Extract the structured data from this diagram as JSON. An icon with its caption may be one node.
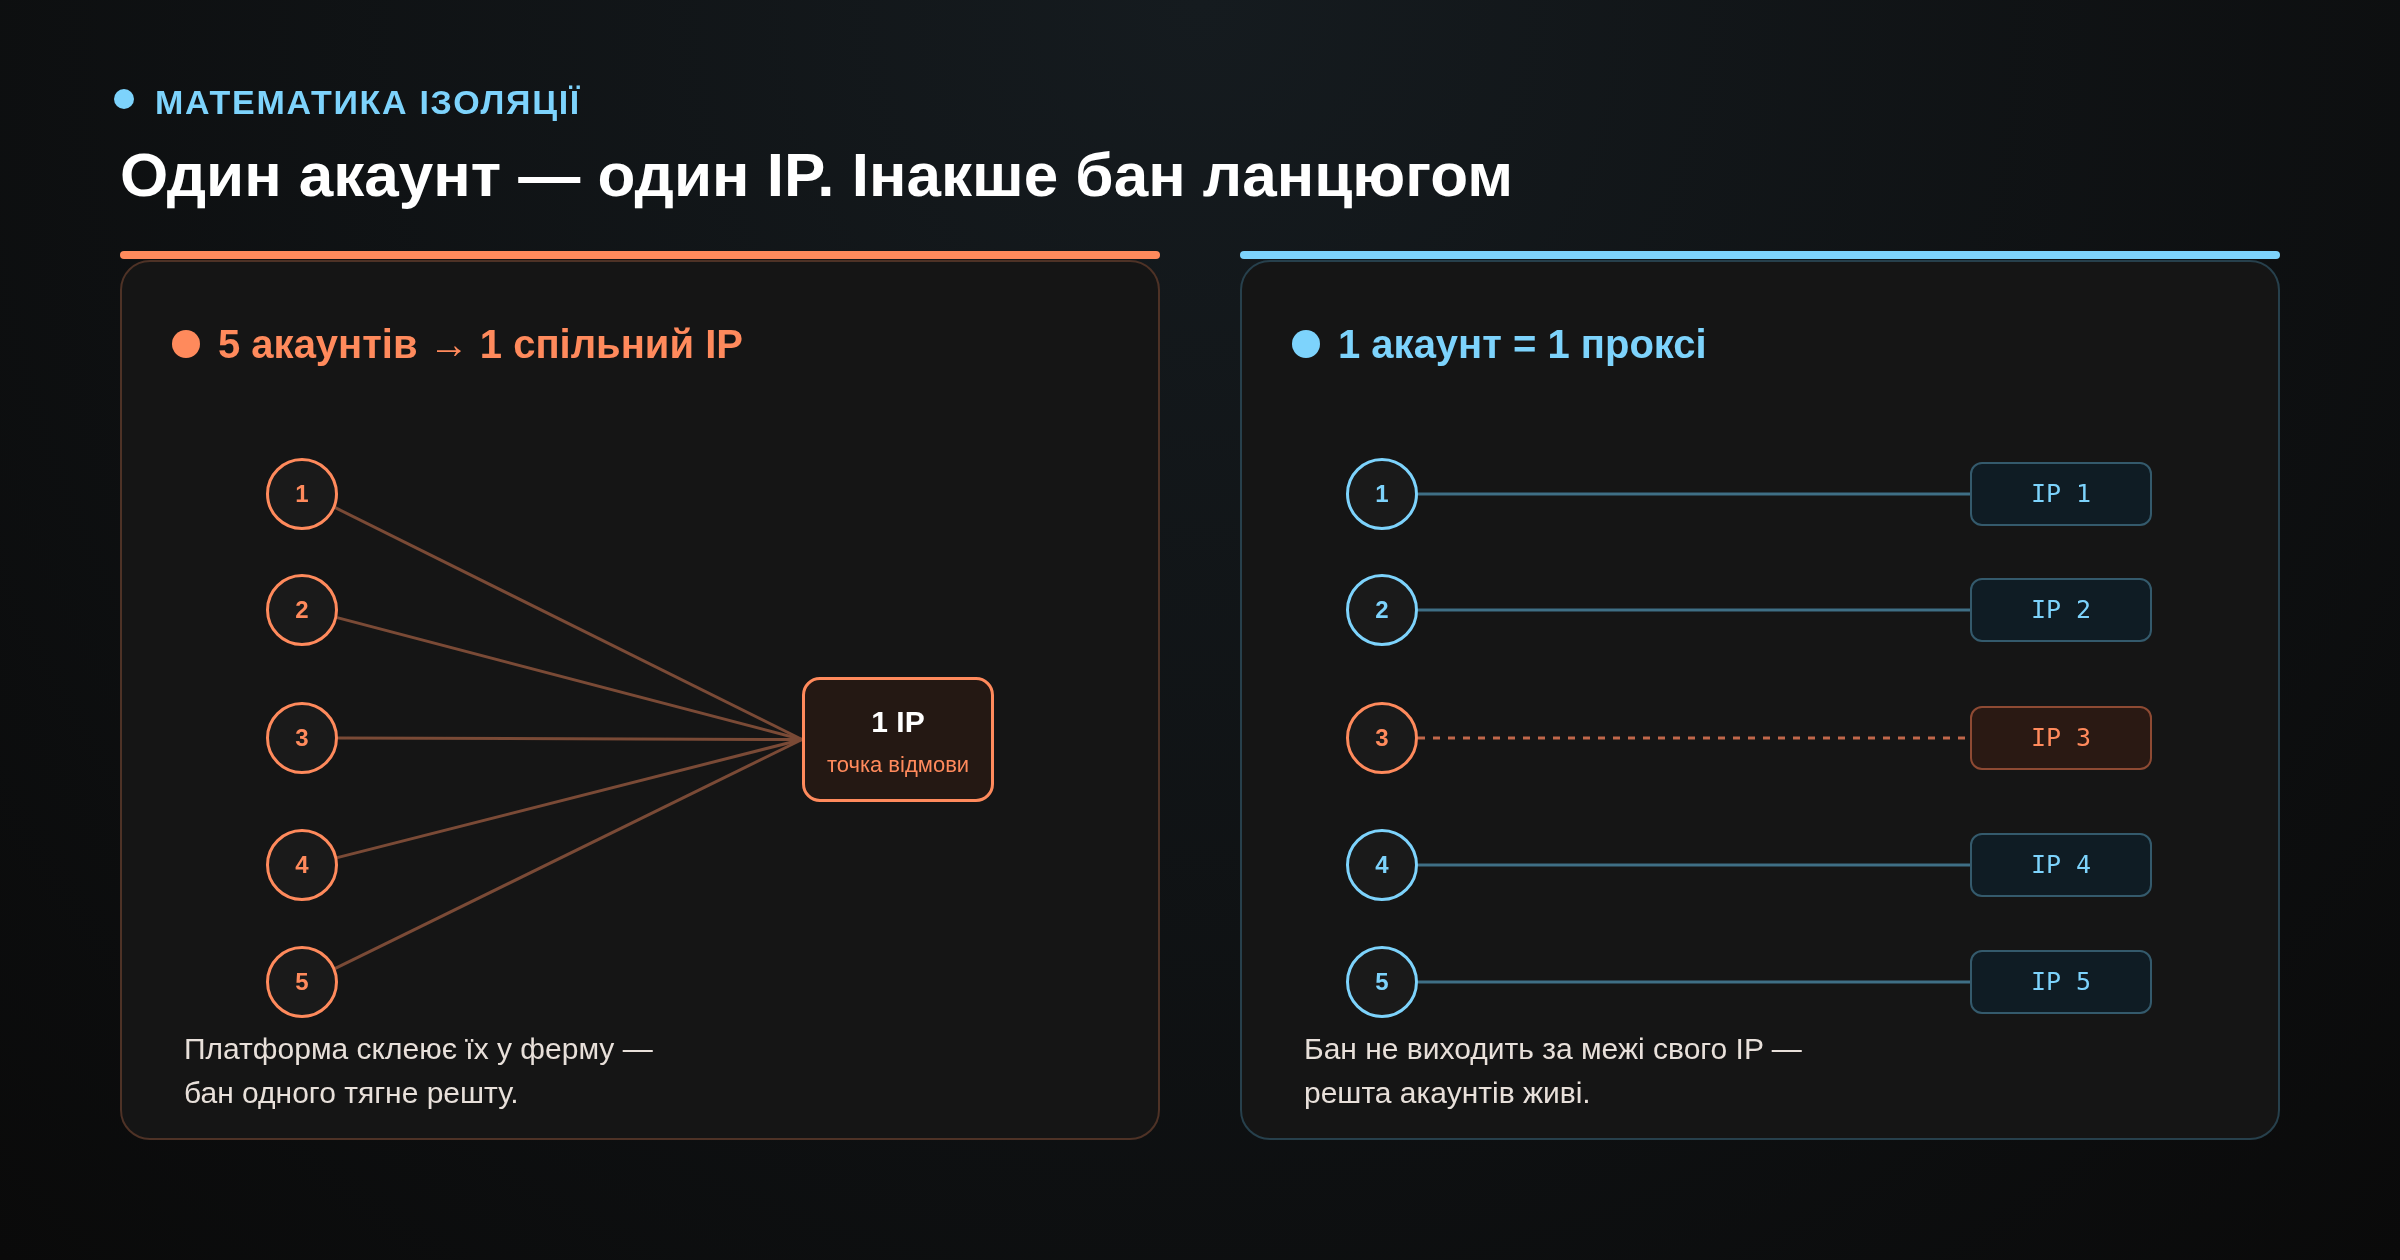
{
  "diagram": {
    "title": "Один акаунт — один IP. Інакше бан ланцюгом",
    "labels": [
      "МАТЕМАТИКА ІЗОЛЯЦІЇ"
    ],
    "nodes": [
      {
        "text": [
          "5 акаунтів → 1 спільний IP",
          "Платформа склеює їх у ферму — бан одного тягне решту."
        ]
      },
      {
        "text": [
          "1"
        ],
        "in": 0
      },
      {
        "text": [
          "2"
        ],
        "in": 0
      },
      {
        "text": [
          "3"
        ],
        "in": 0
      },
      {
        "text": [
          "4"
        ],
        "in": 0
      },
      {
        "text": [
          "5"
        ],
        "in": 0
      },
      {
        "text": [
          "1 IP",
          "точка відмови"
        ],
        "in": 0
      },
      {
        "text": [
          "1 акаунт = 1 проксі",
          "Бан не виходить за межі свого IP — решта акаунтів живі."
        ]
      },
      {
        "text": [
          "1"
        ],
        "in": 7
      },
      {
        "text": [
          "2"
        ],
        "in": 7
      },
      {
        "text": [
          "3"
        ],
        "in": 7
      },
      {
        "text": [
          "4"
        ],
        "in": 7
      },
      {
        "text": [
          "5"
        ],
        "in": 7
      },
      {
        "text": [
          "IP 1"
        ],
        "in": 7
      },
      {
        "text": [
          "IP 2"
        ],
        "in": 7
      },
      {
        "text": [
          "IP 3"
        ],
        "in": 7
      },
      {
        "text": [
          "IP 4"
        ],
        "in": 7
      },
      {
        "text": [
          "IP 5"
        ],
        "in": 7
      }
    ],
    "edges": [
      {
        "from": 1,
        "to": 6,
        "arrow": "none"
      },
      {
        "from": 2,
        "to": 6,
        "arrow": "none"
      },
      {
        "from": 3,
        "to": 6,
        "arrow": "none"
      },
      {
        "from": 4,
        "to": 6,
        "arrow": "none"
      },
      {
        "from": 5,
        "to": 6,
        "arrow": "none"
      },
      {
        "from": 8,
        "to": 13,
        "arrow": "none",
        "color": "#3f6f85"
      },
      {
        "from": 9,
        "to": 14,
        "arrow": "none",
        "color": "#3f6f85"
      },
      {
        "from": 10,
        "to": 15,
        "arrow": "none",
        "style": "dashed",
        "color": "#c0674a"
      },
      {
        "from": 11,
        "to": 16,
        "arrow": "none",
        "color": "#3f6f85"
      },
      {
        "from": 12,
        "to": 17,
        "arrow": "none",
        "color": "#3f6f85"
      }
    ]
  }
}
